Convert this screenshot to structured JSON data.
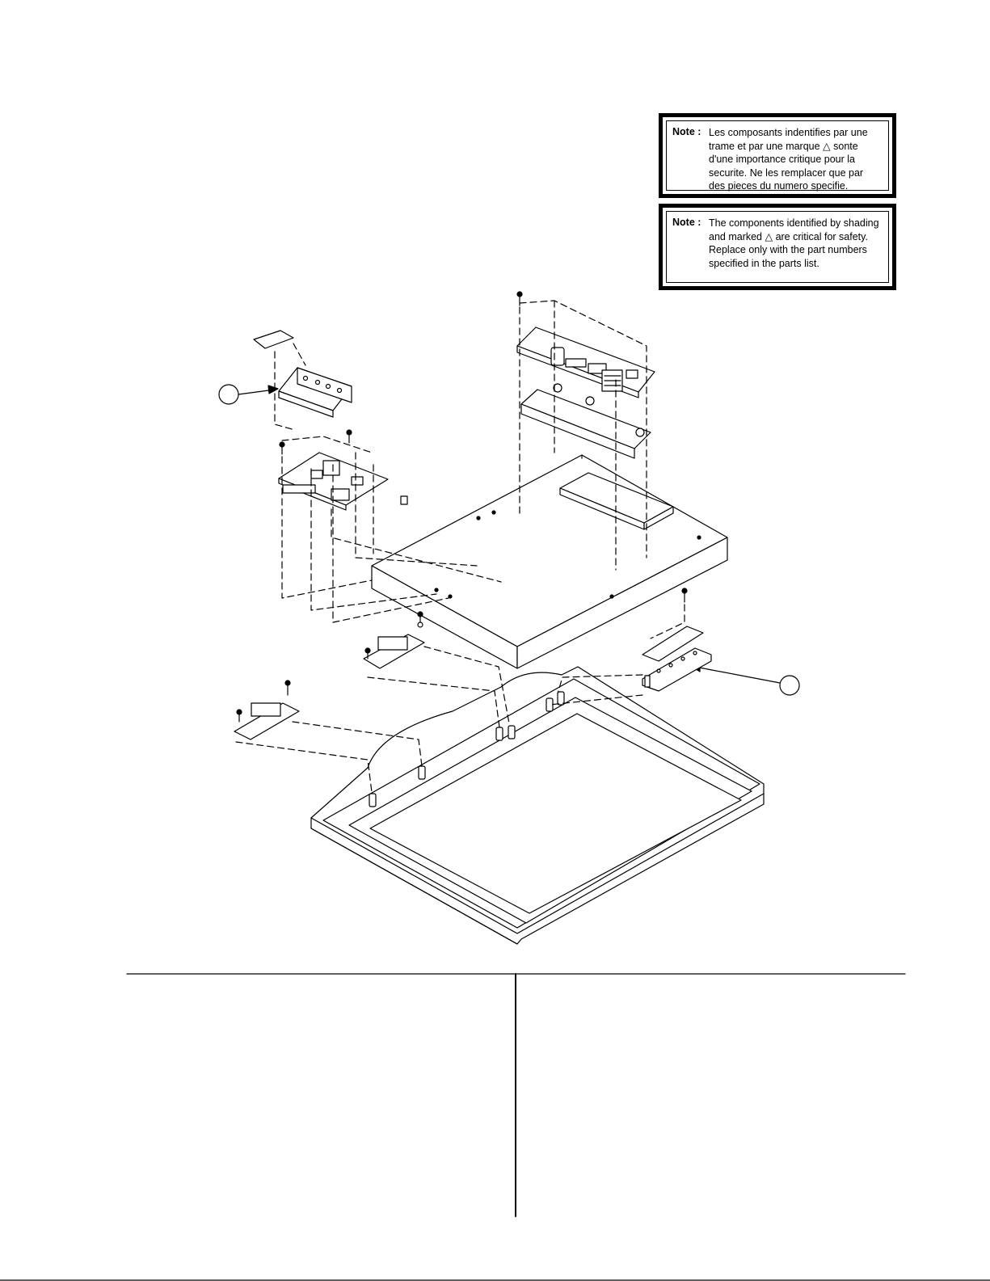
{
  "notes": {
    "french": {
      "label": "Note :",
      "lines": [
        "Les composants indentifies par une",
        "trame et par une marque △  sonte",
        "d'une importance critique pour la",
        "securite. Ne les remplacer que par",
        "des pieces du numero specifie."
      ]
    },
    "english": {
      "label": "Note :",
      "lines": [
        "The components identified by shading",
        "and marked △  are critical for safety.",
        "Replace only with the part numbers",
        "specified in the parts list."
      ]
    }
  }
}
